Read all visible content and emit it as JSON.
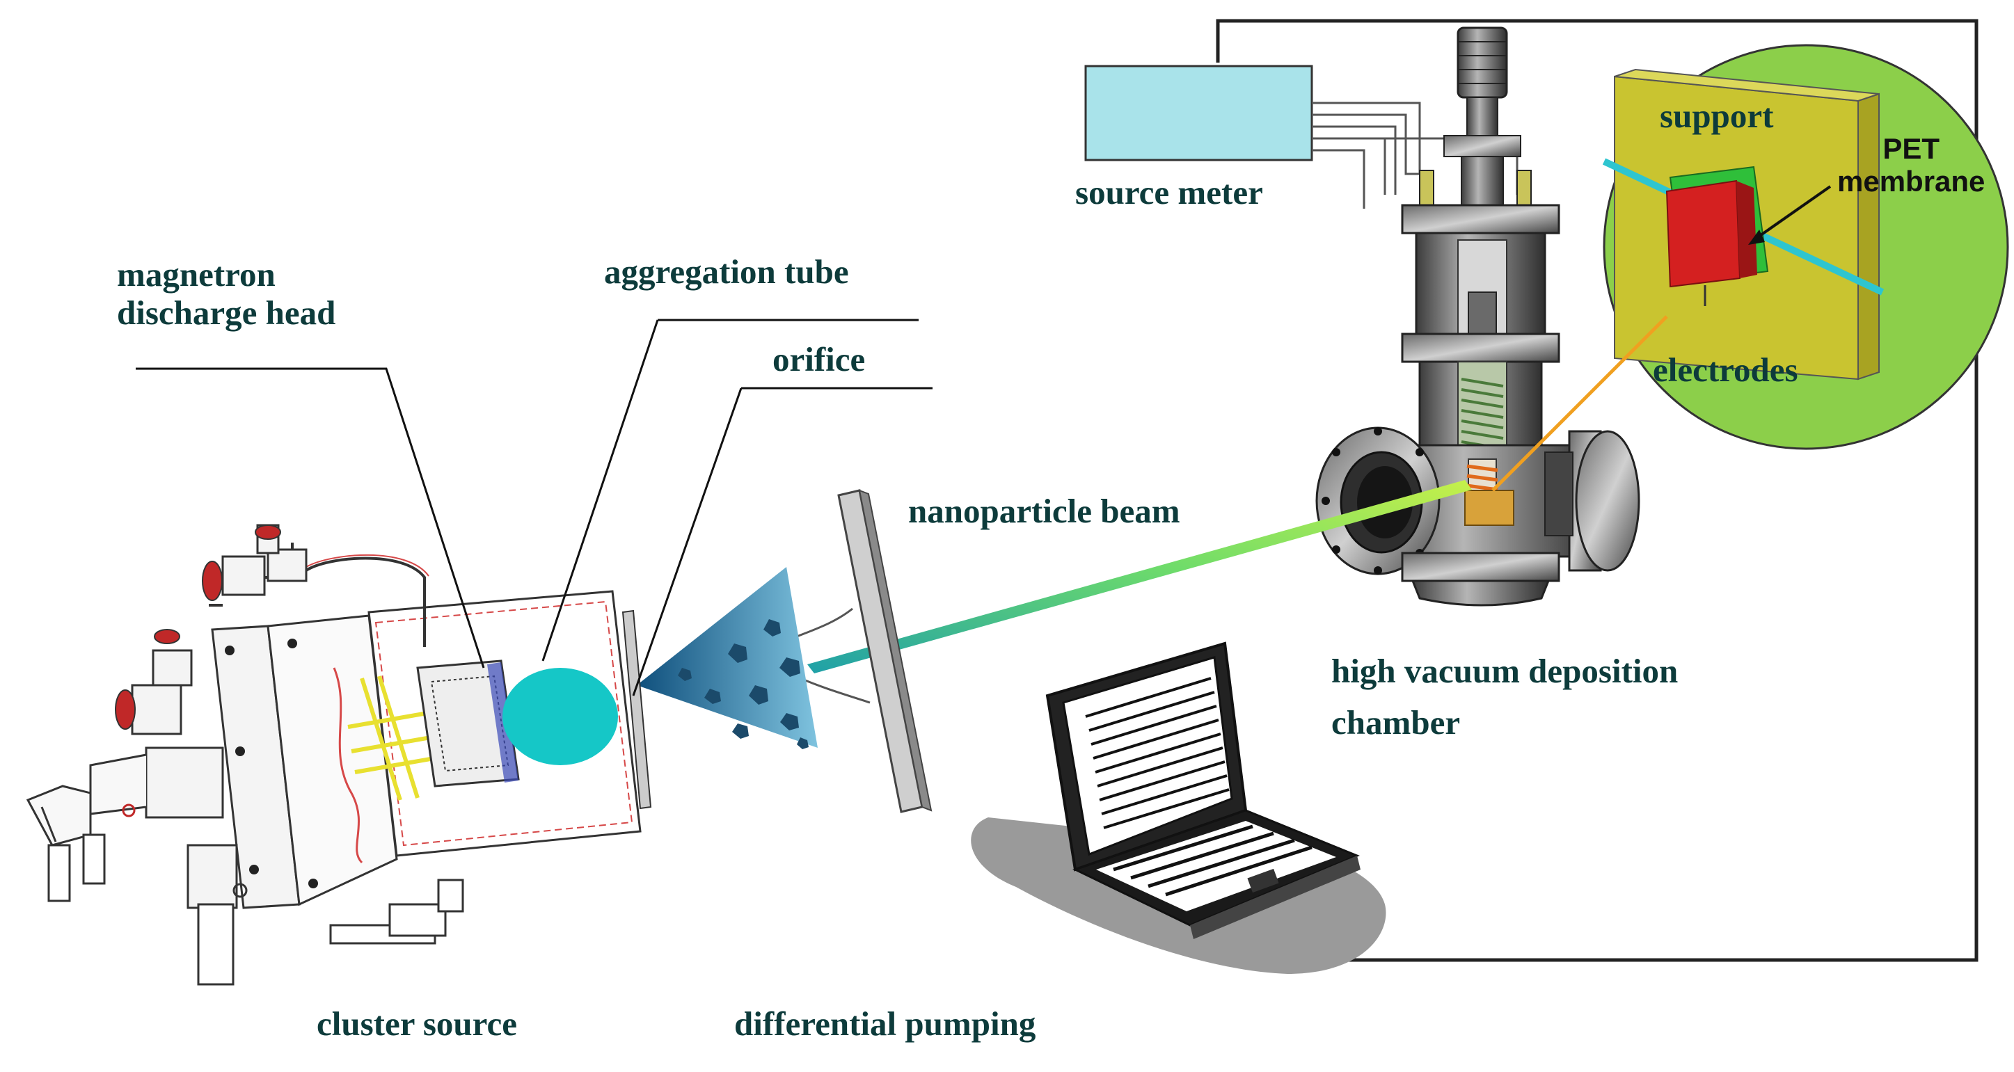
{
  "labels": {
    "magnetron_line1": "magnetron",
    "magnetron_line2": "discharge head",
    "aggregation_tube": "aggregation tube",
    "orifice": "orifice",
    "nanoparticle_beam": "nanoparticle beam",
    "source_meter": "source meter",
    "support": "support",
    "pet_line1": "PET",
    "pet_line2": "membrane",
    "electrodes": "electrodes",
    "chamber_line1": "high vacuum deposition",
    "chamber_line2": "chamber",
    "cluster_source": "cluster source",
    "differential_pumping": "differential pumping"
  },
  "colors": {
    "label_text": "#0d3b3b",
    "source_meter_box": "#a9e3ea",
    "inset_circle": "#8ccf4a",
    "support_block": "#c9c430",
    "pet_membrane": "#d42020",
    "electrodes_strip": "#2fbf3a",
    "electrode_rod": "#2ec5d0",
    "aggregation_ellipse": "#15c7c7",
    "beam_start": "#1fa0a8",
    "beam_end": "#c6f04a",
    "cone": "#1c6d9a",
    "pointer_line": "#f0a020"
  }
}
